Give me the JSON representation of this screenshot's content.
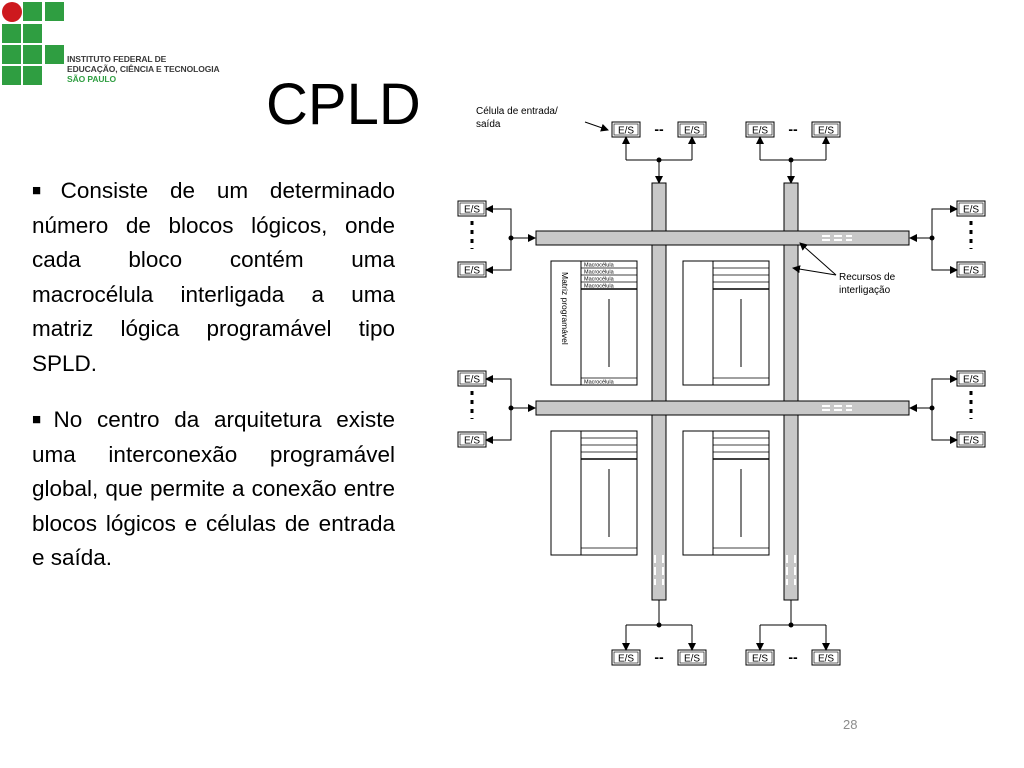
{
  "logo": {
    "line1": "INSTITUTO FEDERAL DE",
    "line2": "EDUCAÇÃO, CIÊNCIA E TECNOLOGIA",
    "line3": "SÃO PAULO",
    "colors": {
      "green": "#2f9e41",
      "red": "#cd191e"
    }
  },
  "slide": {
    "title": "CPLD",
    "bullets": [
      "Consiste de um determinado número de blocos lógicos, onde cada bloco contém uma macrocélula interligada a uma matriz lógica programável tipo SPLD.",
      "No centro da arquitetura existe uma interconexão programável global, que permite a conexão entre blocos lógicos e células de entrada e saída."
    ],
    "page_number": "28"
  },
  "diagram": {
    "io_label": "E/S",
    "dash": "--",
    "callout_io": [
      "Célula de entrada/",
      "saída"
    ],
    "callout_interconnect": [
      "Recursos de",
      "interligação"
    ],
    "matrix_label": "Matriz programável",
    "macrocell_label": "Macrocélula",
    "colors": {
      "bus": "#c8c8c8",
      "line": "#000000"
    }
  }
}
